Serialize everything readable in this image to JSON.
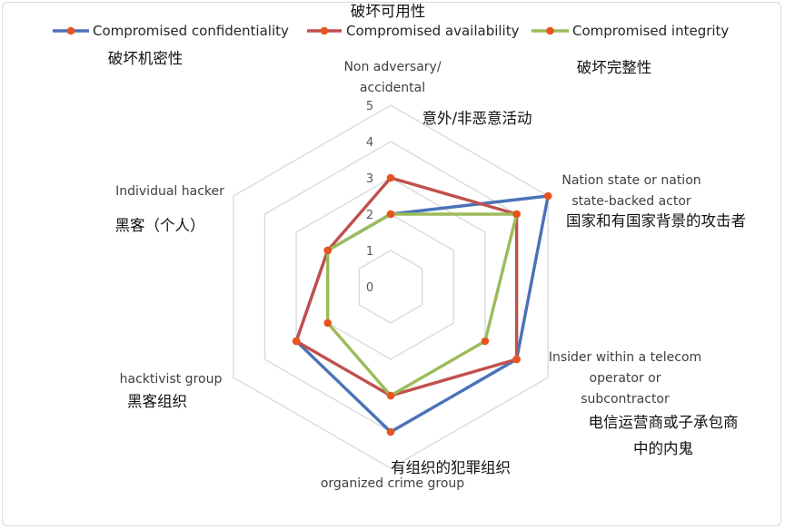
{
  "chart_data": {
    "type": "radar",
    "title": "",
    "axis": {
      "min": 0,
      "max": 5,
      "ticks": [
        "0",
        "1",
        "2",
        "3",
        "4",
        "5"
      ]
    },
    "categories": [
      "Non adversary/ accidental",
      "Nation state or nation state-backed actor",
      "Insider within a telecom operator or subcontractor",
      "organized crime group",
      "hacktivist group",
      "Individual hacker"
    ],
    "category_lines": [
      [
        "Non adversary/",
        "accidental"
      ],
      [
        "Nation state or nation",
        "state-backed actor"
      ],
      [
        "Insider within a telecom",
        "operator or",
        "subcontractor"
      ],
      [
        "organized crime group"
      ],
      [
        "hacktivist group"
      ],
      [
        "Individual hacker"
      ]
    ],
    "category_zh": [
      [
        "意外/非恶意活动"
      ],
      [
        "国家和有国家背景的攻击者"
      ],
      [
        "电信运营商或子承包商",
        "中的内鬼"
      ],
      [
        "有组织的犯罪组织"
      ],
      [
        "黑客组织"
      ],
      [
        "黑客（个人）"
      ]
    ],
    "series": [
      {
        "name": "Compromised confidentiality",
        "name_zh": "破坏机密性",
        "color": "#4a72b8",
        "values": [
          2,
          5,
          4,
          4,
          3,
          2
        ]
      },
      {
        "name": "Compromised availability",
        "name_zh": "破坏可用性",
        "color": "#c0504d",
        "values": [
          3,
          4,
          4,
          3,
          3,
          2
        ]
      },
      {
        "name": "Compromised integrity",
        "name_zh": "破坏完整性",
        "color": "#9bbb59",
        "values": [
          2,
          4,
          3,
          3,
          2,
          2
        ]
      }
    ],
    "marker_color": "#e8531e",
    "legend_position": "top",
    "grid": true
  }
}
